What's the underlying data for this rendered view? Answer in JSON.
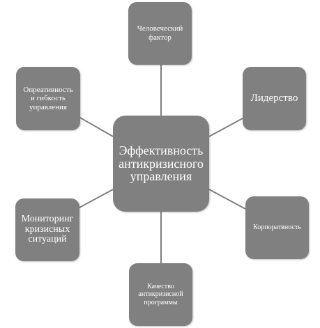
{
  "center": {
    "label": "Эффективность\nантикризисного\nуправления"
  },
  "nodes": {
    "top": {
      "label": "Человеческий\nфактор"
    },
    "top_right": {
      "label": "Лидерство"
    },
    "bottom_right": {
      "label": "Корпоратвность"
    },
    "bottom": {
      "label": "Качество\nантикризисной\nпрограммы"
    },
    "bottom_left": {
      "label": "Мониторинг\nкризисных\nситуаций"
    },
    "top_left": {
      "label": "Опреативность\nи гибкость\nуправления"
    }
  },
  "colors": {
    "node_fill": "#808080",
    "connector": "#7f7f7f",
    "text": "#ffffff"
  }
}
